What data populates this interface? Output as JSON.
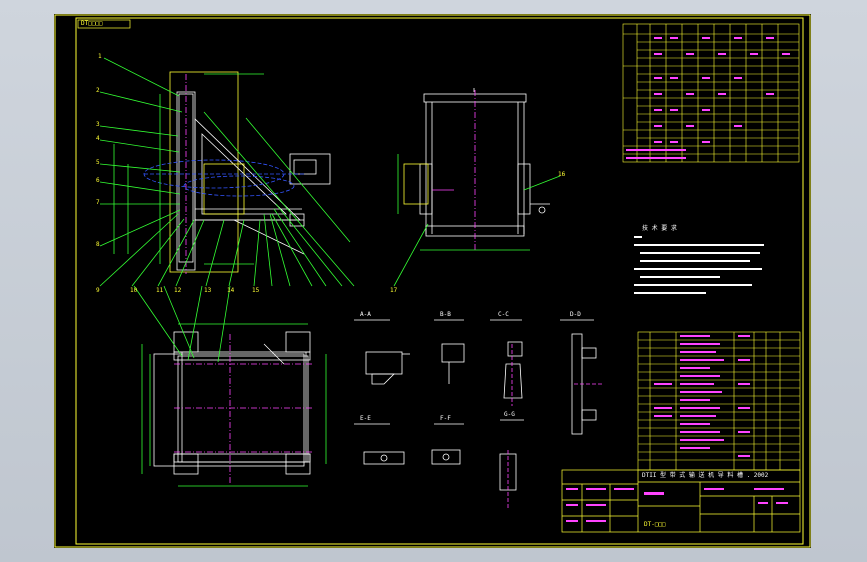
{
  "sheet_tag": "DT□□□□",
  "title_block": {
    "drawing_title": "DTII 型 带 式 输 送 机 导 料 槽 . 2002",
    "drawing_number": "DT-□□□",
    "notes_heading": "技 术 要 求"
  },
  "part_balloons": [
    "1",
    "2",
    "3",
    "4",
    "5",
    "6",
    "7",
    "8",
    "9",
    "10",
    "11",
    "12",
    "13",
    "14",
    "15",
    "16",
    "17"
  ],
  "section_labels": [
    "A-A",
    "B-B",
    "C-C",
    "D-D",
    "E-E",
    "F-F",
    "G-G"
  ],
  "colors": {
    "background": "#000000",
    "frame": "#ffff33",
    "drawing": "#ffffff",
    "centerline": "#ff44ff",
    "leader": "#33ff33",
    "hidden": "#3355ff"
  }
}
